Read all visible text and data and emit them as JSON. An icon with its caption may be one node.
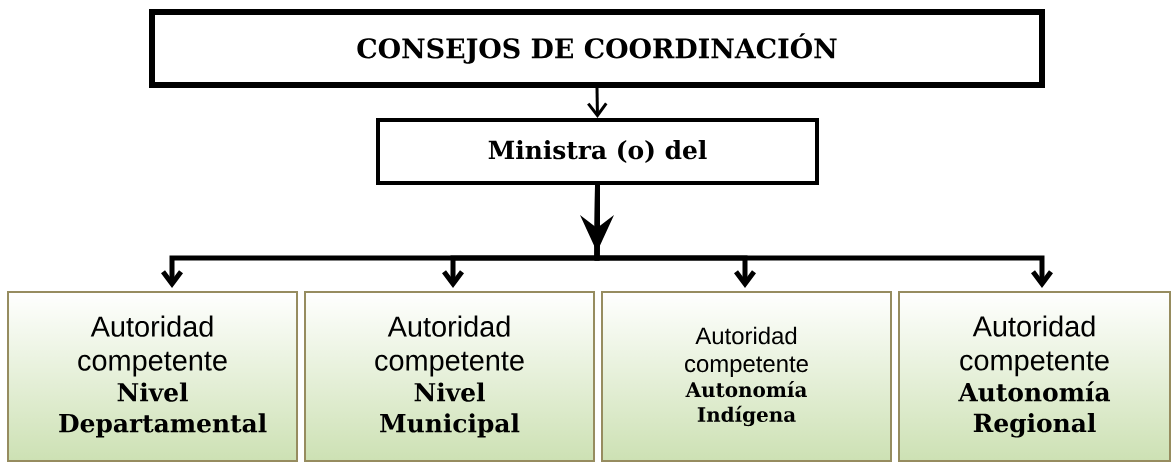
{
  "diagram": {
    "nodes": [
      {
        "text": [
          "CONSEJOS DE COORDINACIÓN"
        ]
      },
      {
        "text": [
          "Ministra (o) del"
        ]
      },
      {
        "text": [
          "Autoridad competente",
          "Nivel Departamental"
        ]
      },
      {
        "text": [
          "Autoridad competente",
          "Nivel Municipal"
        ]
      },
      {
        "text": [
          "Autoridad competente",
          "Autonomía Indígena"
        ]
      },
      {
        "text": [
          "Autoridad competente",
          "Autonomía Regional"
        ]
      }
    ],
    "edges": [
      {
        "from": 0,
        "to": 1,
        "arrow": "to"
      },
      {
        "from": 1,
        "to": 2,
        "arrow": "to"
      },
      {
        "from": 1,
        "to": 3,
        "arrow": "to"
      },
      {
        "from": 1,
        "to": 4,
        "arrow": "to"
      },
      {
        "from": 1,
        "to": 5,
        "arrow": "to"
      }
    ]
  }
}
